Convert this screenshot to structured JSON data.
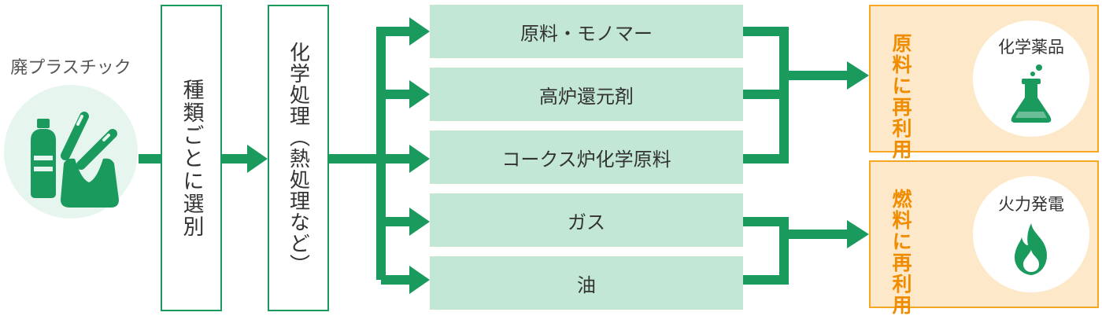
{
  "source": {
    "label": "廃プラスチック",
    "icon": "plastic-waste-icon"
  },
  "steps": [
    {
      "label": "種類ごとに選別"
    },
    {
      "label": "化学処理（熱処理など）"
    }
  ],
  "products": [
    {
      "label": "原料・モノマー"
    },
    {
      "label": "高炉還元剤"
    },
    {
      "label": "コークス炉化学原料"
    },
    {
      "label": "ガス"
    },
    {
      "label": "油"
    }
  ],
  "results": [
    {
      "category": "原料に再利用",
      "title": "化学薬品",
      "icon": "flask-icon"
    },
    {
      "category": "燃料に再利用",
      "title": "火力発電",
      "icon": "flame-icon"
    }
  ],
  "colors": {
    "green": "#1b9a5e",
    "light_green": "#c3e7d5",
    "circle_bg": "#e6f5ee",
    "orange": "#f08c00",
    "orange_bg": "#fde9c9",
    "orange_border": "#f5a623"
  }
}
